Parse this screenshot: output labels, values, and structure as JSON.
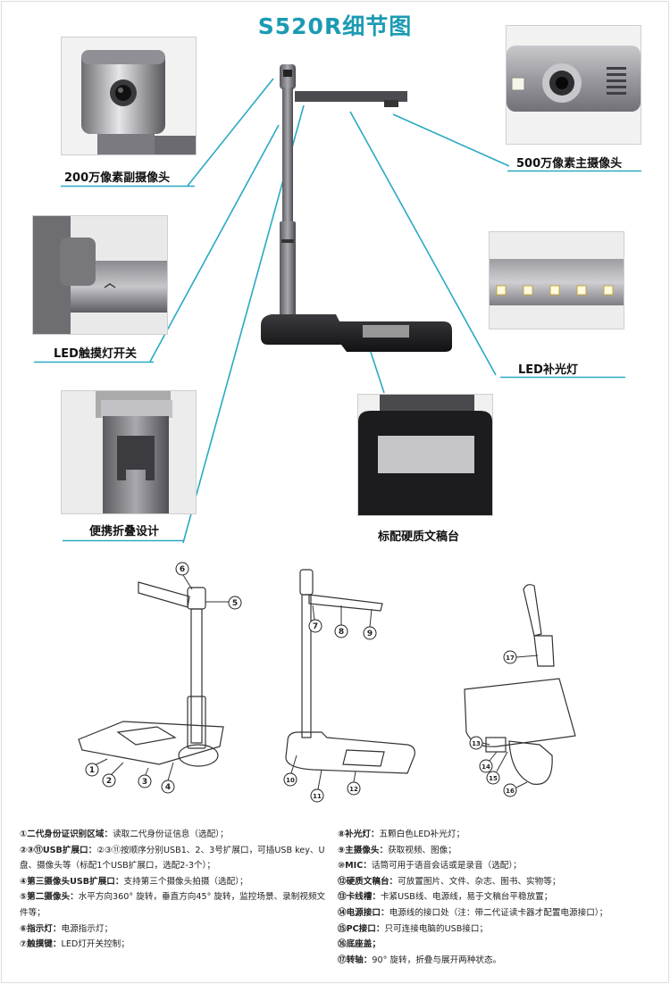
{
  "title": "S520R细节图",
  "captions": {
    "sub_camera": "200万像素副摄像头",
    "main_camera": "500万像素主摄像头",
    "led_touch_switch": "LED触摸灯开关",
    "led_fill_light": "LED补光灯",
    "folding_design": "便携折叠设计",
    "document_platform": "标配硬质文稿台"
  },
  "callouts": [
    "1",
    "2",
    "3",
    "4",
    "5",
    "6",
    "7",
    "8",
    "9",
    "10",
    "11",
    "12",
    "13",
    "14",
    "15",
    "16",
    "17"
  ],
  "legend_left": [
    {
      "num": "①",
      "label": "二代身份证识别区域：",
      "text": "读取二代身份证信息（选配）；"
    },
    {
      "num": "②③⑪",
      "label": "USB扩展口：",
      "text": "②③⑪按顺序分别USB1、2、3号扩展口，可插USB key、U盘、摄像头等（标配1个USB扩展口，选配2-3个）；"
    },
    {
      "num": "④",
      "label": "第三摄像头USB扩展口：",
      "text": "支持第三个摄像头拍摄（选配）；"
    },
    {
      "num": "⑤",
      "label": "第二摄像头：",
      "text": "水平方向360° 旋转，垂直方向45° 旋转，监控场景、录制视频文件等；"
    },
    {
      "num": "⑥",
      "label": "指示灯：",
      "text": "电源指示灯；"
    },
    {
      "num": "⑦",
      "label": "触摸键：",
      "text": "LED灯开关控制；"
    }
  ],
  "legend_right": [
    {
      "num": "⑧",
      "label": "补光灯：",
      "text": "五颗白色LED补光灯；"
    },
    {
      "num": "⑨",
      "label": "主摄像头：",
      "text": "获取视频、图像；"
    },
    {
      "num": "⑩",
      "label": "MIC：",
      "text": "话筒可用于语音会话或是录音（选配）；"
    },
    {
      "num": "⑫",
      "label": "硬质文稿台：",
      "text": "可放置图片、文件、杂志、图书、实物等；"
    },
    {
      "num": "⑬",
      "label": "卡线槽：",
      "text": "卡紧USB线、电源线，易于文稿台平稳放置；"
    },
    {
      "num": "⑭",
      "label": "电源接口：",
      "text": "电源线的接口处（注：带二代证读卡器才配置电源接口）；"
    },
    {
      "num": "⑮",
      "label": "PC接口：",
      "text": "只可连接电脑的USB接口；"
    },
    {
      "num": "⑯",
      "label": "底座盖；",
      "text": ""
    },
    {
      "num": "⑰",
      "label": "转轴：",
      "text": "90° 旋转，折叠与展开两种状态。"
    }
  ]
}
